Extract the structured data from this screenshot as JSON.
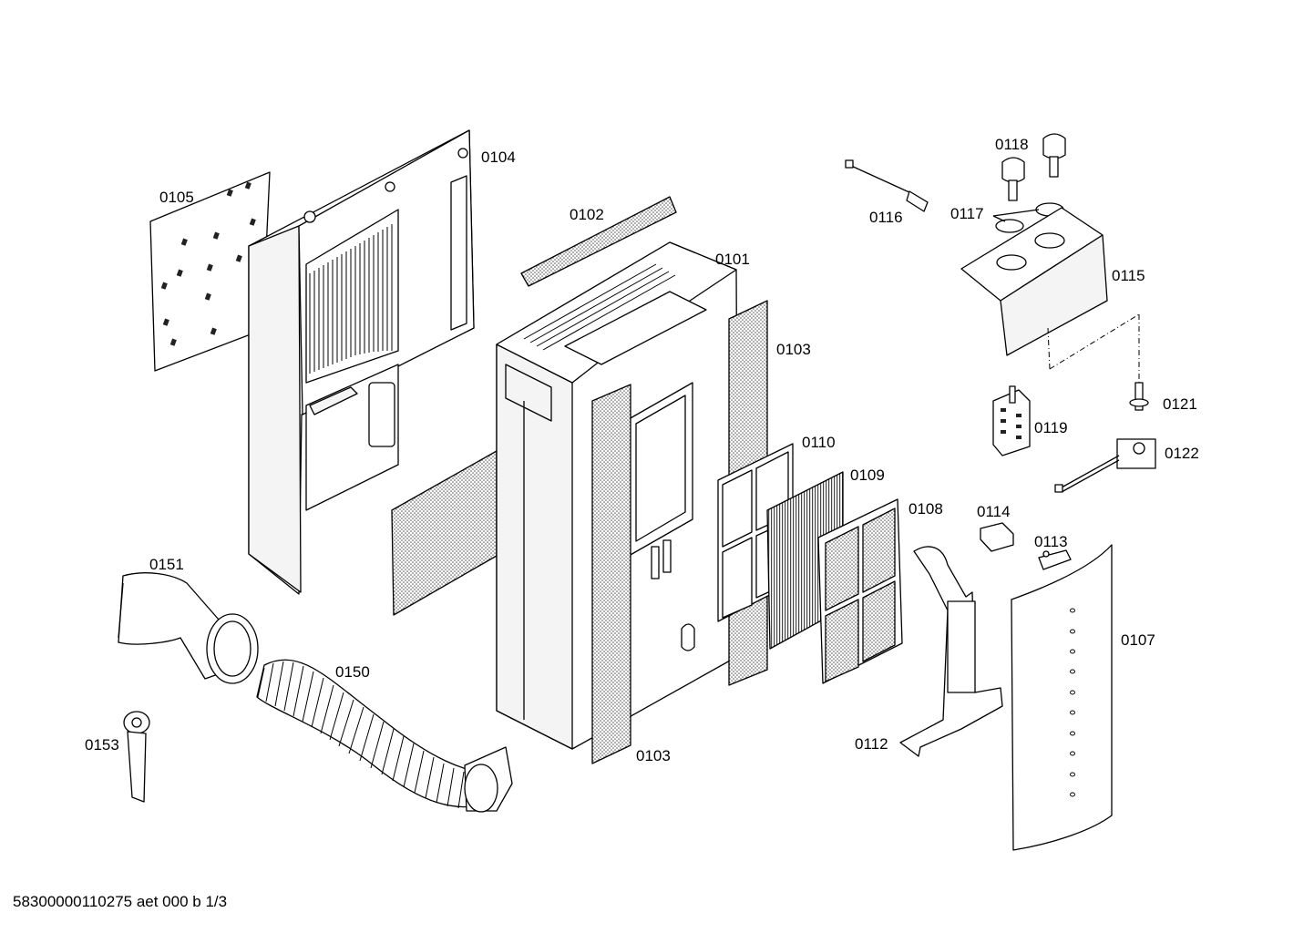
{
  "labels": {
    "p0101": "0101",
    "p0102": "0102",
    "p0103a": "0103",
    "p0103b": "0103",
    "p0104": "0104",
    "p0105": "0105",
    "p0107": "0107",
    "p0108": "0108",
    "p0109": "0109",
    "p0110": "0110",
    "p0112": "0112",
    "p0113": "0113",
    "p0114": "0114",
    "p0115": "0115",
    "p0116": "0116",
    "p0117": "0117",
    "p0118": "0118",
    "p0119": "0119",
    "p0121": "0121",
    "p0122": "0122",
    "p0150": "0150",
    "p0151": "0151",
    "p0153": "0153"
  },
  "footer": "58300000110275 aet 000 b 1/3"
}
